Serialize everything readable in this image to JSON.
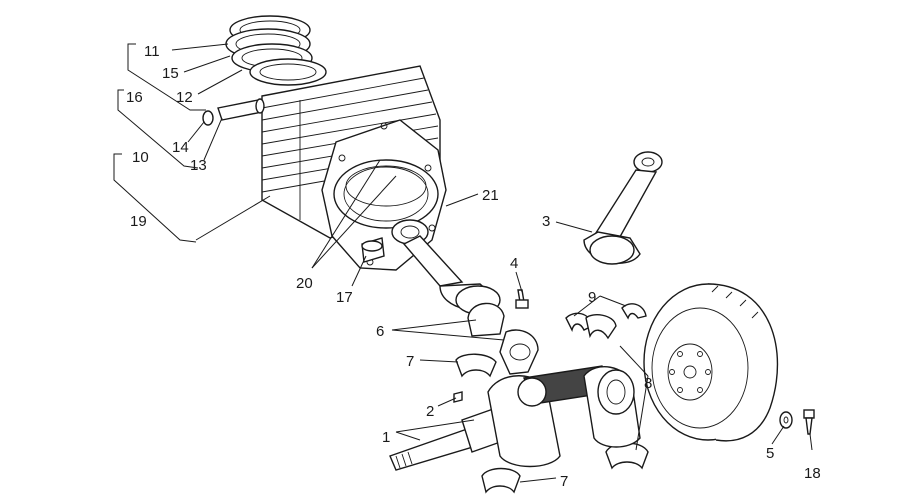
{
  "diagram": {
    "colors": {
      "ink": "#1a1a1a",
      "paper": "#ffffff",
      "shade": "#444444"
    },
    "callouts": [
      {
        "id": "c11",
        "text": "11"
      },
      {
        "id": "c15",
        "text": "15"
      },
      {
        "id": "c12",
        "text": "12"
      },
      {
        "id": "c16",
        "text": "16"
      },
      {
        "id": "c14",
        "text": "14"
      },
      {
        "id": "c13",
        "text": "13"
      },
      {
        "id": "c10",
        "text": "10"
      },
      {
        "id": "c19",
        "text": "19"
      },
      {
        "id": "c20",
        "text": "20"
      },
      {
        "id": "c17",
        "text": "17"
      },
      {
        "id": "c21",
        "text": "21"
      },
      {
        "id": "c3",
        "text": "3"
      },
      {
        "id": "c4",
        "text": "4"
      },
      {
        "id": "c6",
        "text": "6"
      },
      {
        "id": "c9",
        "text": "9"
      },
      {
        "id": "c7a",
        "text": "7"
      },
      {
        "id": "c2",
        "text": "2"
      },
      {
        "id": "c1",
        "text": "1"
      },
      {
        "id": "c8",
        "text": "8"
      },
      {
        "id": "c7b",
        "text": "7"
      },
      {
        "id": "c5",
        "text": "5"
      },
      {
        "id": "c18",
        "text": "18"
      }
    ]
  }
}
